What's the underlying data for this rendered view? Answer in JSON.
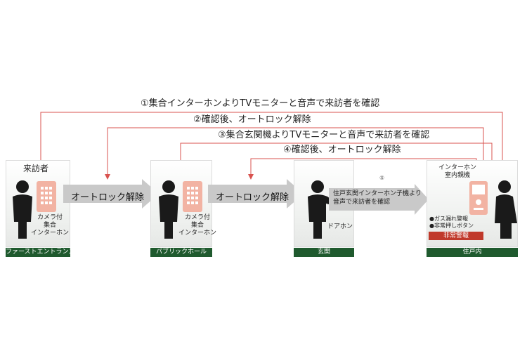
{
  "steps": {
    "s1": "①集合インターホンよりTVモニターと音声で来訪者を確認",
    "s2": "②確認後、オートロック解除",
    "s3": "③集合玄関機よりTVモニターと音声で来訪者を確認",
    "s4": "④確認後、オートロック解除",
    "s5": "⑤"
  },
  "zones": {
    "z1": {
      "bar": "ファーストエントランス",
      "visitor": "来訪者",
      "device": "カメラ付\n集合\nインターホン"
    },
    "z2": {
      "bar": "パブリックホール",
      "device": "カメラ付\n集合\nインターホン"
    },
    "z3": {
      "bar": "玄関",
      "device": "ドアホン"
    },
    "z4": {
      "bar": "住戸内",
      "device": "インターホン\n室内親機",
      "items": "●ガス漏れ警報\n●非常押しボタン",
      "alarm": "非常警報"
    }
  },
  "arrows": {
    "a1": "オートロック解除",
    "a2": "オートロック解除",
    "a3": "住戸玄関インターホン子機より\n音声で来訪者を確認"
  },
  "colors": {
    "line": "#d9534f",
    "bar": "#1f5a2e",
    "person": "#1a1a1a",
    "device": "#f2b3a3",
    "arrow": "#c9c9c9"
  }
}
